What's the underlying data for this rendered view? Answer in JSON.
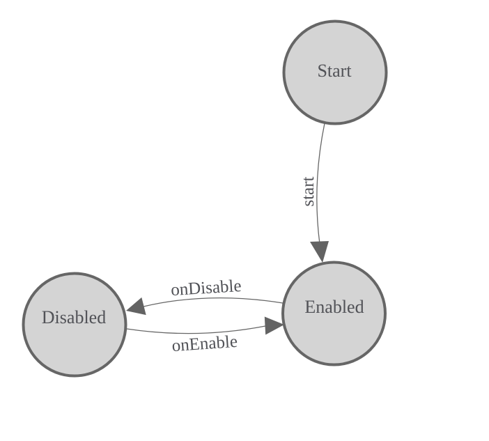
{
  "diagram": {
    "type": "state-machine-graph",
    "nodes": [
      {
        "id": "start",
        "label": "Start"
      },
      {
        "id": "enabled",
        "label": "Enabled"
      },
      {
        "id": "disabled",
        "label": "Disabled"
      }
    ],
    "edges": [
      {
        "id": "start-to-enabled",
        "label": "start",
        "from": "Start",
        "to": "Enabled"
      },
      {
        "id": "enabled-to-disabled",
        "label": "onDisable",
        "from": "Enabled",
        "to": "Disabled"
      },
      {
        "id": "disabled-to-enabled",
        "label": "onEnable",
        "from": "Disabled",
        "to": "Enabled"
      }
    ],
    "colors": {
      "background": "#ffffff",
      "node_fill": "#d4d4d4",
      "node_stroke": "#666666",
      "edge_stroke": "#666666",
      "arrowhead_fill": "#636363",
      "label_text": "#515257"
    }
  }
}
